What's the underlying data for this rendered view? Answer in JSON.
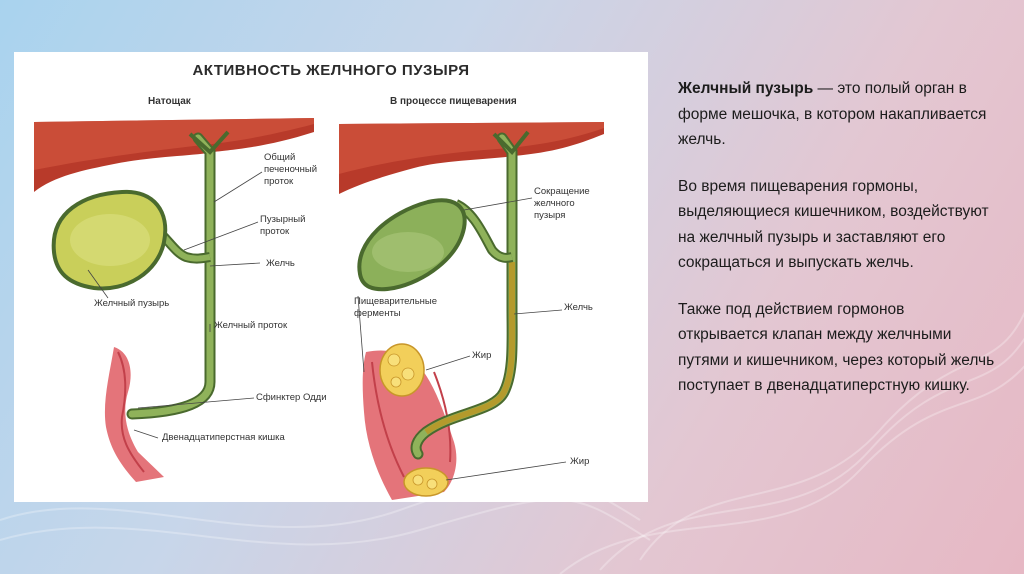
{
  "figure": {
    "title": "АКТИВНОСТЬ ЖЕЛЧНОГО ПУЗЫРЯ",
    "left_panel": {
      "heading": "Натощак",
      "labels": {
        "common_duct": "Общий печеночный проток",
        "cystic_duct": "Пузырный проток",
        "bile": "Желчь",
        "gallbladder": "Желчный пузырь",
        "bile_duct": "Желчный проток",
        "sphincter": "Сфинктер Одди",
        "duodenum": "Двенадцатиперстная кишка"
      }
    },
    "right_panel": {
      "heading": "В процессе пищеварения",
      "labels": {
        "contraction": "Сокращение желчного пузыря",
        "enzymes": "Пищеварительные ферменты",
        "bile": "Желчь",
        "fat_top": "Жир",
        "fat_bottom": "Жир"
      }
    }
  },
  "text": {
    "p1_bold": "Желчный пузырь",
    "p1_rest": " — это полый орган в форме мешочка, в котором накапливается желчь.",
    "p2": "Во время пищеварения гормоны, выделяющиеся кишечником, воздействуют на желчный пузырь и заставляют его сокращаться и выпускать желчь.",
    "p3": "Также под действием гормонов открывается клапан между желчными путями и кишечником, через который желчь поступает в двенадцатиперстную кишку."
  }
}
